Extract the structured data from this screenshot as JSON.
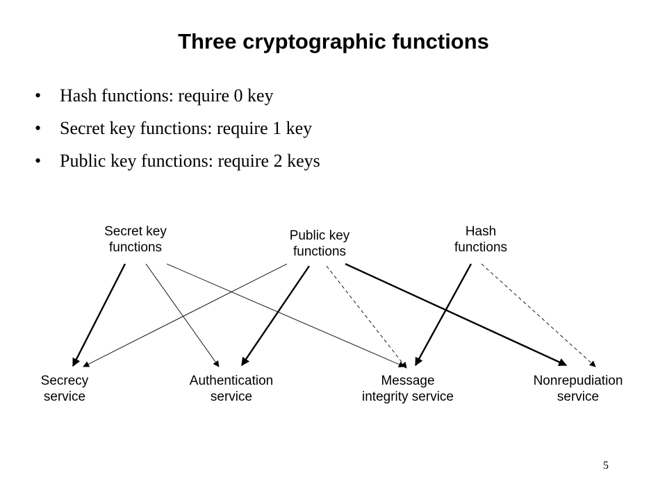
{
  "slide": {
    "title": "Three cryptographic functions",
    "page_number": "5"
  },
  "bullets": [
    "Hash functions: require 0 key",
    "Secret key functions: require 1 key",
    "Public key functions: require 2 keys"
  ],
  "diagram": {
    "sources": {
      "secret": "Secret key\nfunctions",
      "public": "Public key\nfunctions",
      "hash": "Hash\nfunctions"
    },
    "targets": {
      "secrecy": "Secrecy\nservice",
      "auth": "Authentication\nservice",
      "integrity": "Message\nintegrity service",
      "nonrep": "Nonrepudiation\nservice"
    },
    "edges": [
      {
        "from": "secret",
        "to": "secrecy",
        "style": "bold"
      },
      {
        "from": "secret",
        "to": "auth",
        "style": "thin"
      },
      {
        "from": "secret",
        "to": "integrity",
        "style": "thin"
      },
      {
        "from": "public",
        "to": "secrecy",
        "style": "thin"
      },
      {
        "from": "public",
        "to": "auth",
        "style": "bold"
      },
      {
        "from": "public",
        "to": "integrity",
        "style": "dashed"
      },
      {
        "from": "public",
        "to": "nonrep",
        "style": "bold"
      },
      {
        "from": "hash",
        "to": "integrity",
        "style": "bold"
      },
      {
        "from": "hash",
        "to": "nonrep",
        "style": "dashed"
      }
    ]
  }
}
